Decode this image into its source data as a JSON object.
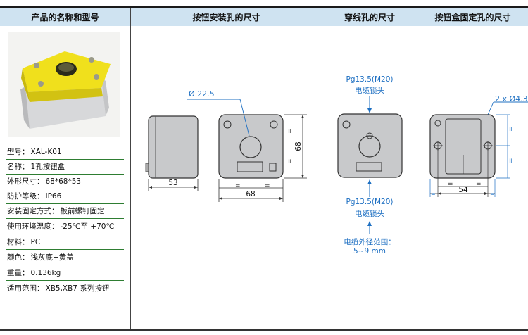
{
  "headers": {
    "col1": "产品的名称和型号",
    "col2": "按钮安装孔的尺寸",
    "col3": "穿线孔的尺寸",
    "col4": "按钮盒固定孔的尺寸"
  },
  "specs": [
    {
      "label": "型号：",
      "value": "XAL-K01"
    },
    {
      "label": "名称：",
      "value": "1孔按钮盒"
    },
    {
      "label": "外形尺寸：",
      "value": "68*68*53"
    },
    {
      "label": "防护等级：",
      "value": "IP66"
    },
    {
      "label": "安装固定方式：",
      "value": "板前螺钉固定"
    },
    {
      "label": "使用环境温度：",
      "value": "-25℃至 +70℃"
    },
    {
      "label": "材料：",
      "value": "PC"
    },
    {
      "label": "颜色：",
      "value": "浅灰底+黄盖"
    },
    {
      "label": "重量：",
      "value": "0.136kg"
    },
    {
      "label": "适用范围：",
      "value": "XB5,XB7 系列按钮"
    }
  ],
  "mount_drawing": {
    "hole_diameter": "Ø 22.5",
    "side_depth": "53",
    "width": "68",
    "height": "68",
    "equal_mark": "="
  },
  "cable_drawing": {
    "gland_top": "Pg13.5(M20)",
    "gland_top_name": "电缆锁头",
    "gland_bottom": "Pg13.5(M20)",
    "gland_bottom_name": "电缆锁头",
    "range_label": "电缆外径范围：",
    "range_value": "5~9 mm"
  },
  "fix_drawing": {
    "holes": "2 x Ø4.3",
    "spacing": "54",
    "equal_mark": "="
  },
  "colors": {
    "header_bg": "#cfe3f1",
    "box_gray": "#c8c9cb",
    "cover_yellow": "#f2e21d",
    "dimension_blue": "#1d6fc2",
    "spec_rule_green": "#2e7d32"
  }
}
